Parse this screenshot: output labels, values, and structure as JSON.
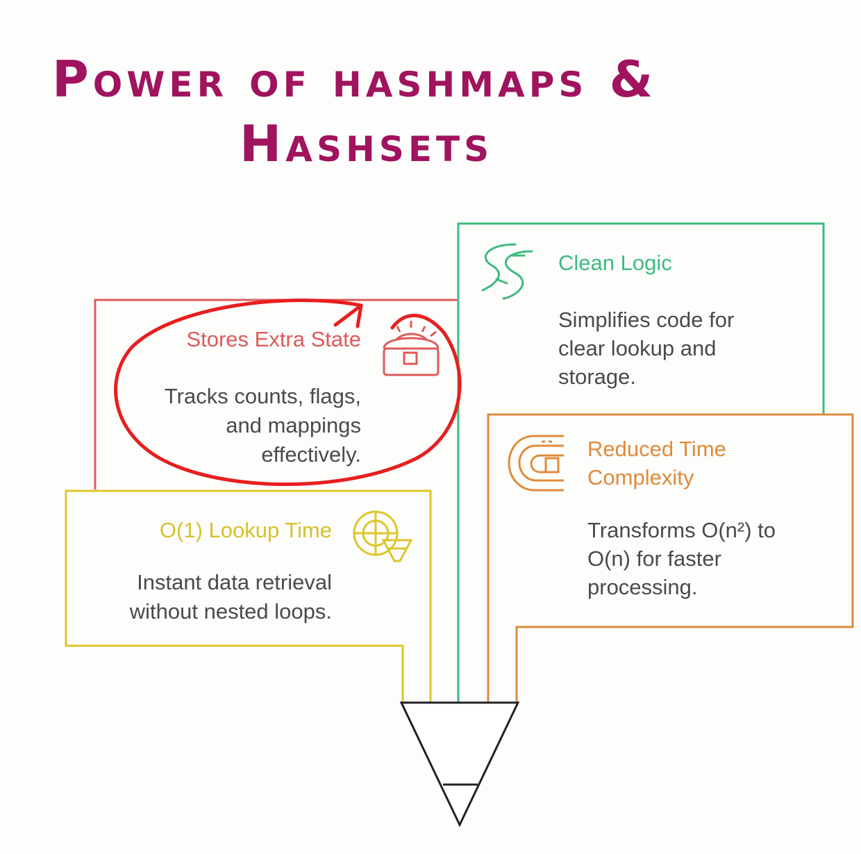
{
  "title": {
    "line1": "Power of hashmaps &",
    "line2": "Hashsets"
  },
  "colors": {
    "title": "#a0135e",
    "stores_extra_state": "#de5a5a",
    "clean_logic": "#3dbb7e",
    "reduced_time_complexity": "#e08a3a",
    "lookup_time": "#dcc62a",
    "funnel": "#222222",
    "annotation": "#e81e1e"
  },
  "cards": {
    "stores_extra_state": {
      "title": "Stores Extra State",
      "body": [
        "Tracks counts, flags,",
        "and mappings",
        "effectively."
      ],
      "icon": "treasure-chest-icon"
    },
    "clean_logic": {
      "title": "Clean Logic",
      "body": [
        "Simplifies code for",
        "clear lookup and",
        "storage."
      ],
      "icon": "winding-road-icon"
    },
    "reduced_time_complexity": {
      "title_line1": "Reduced Time",
      "title_line2": "Complexity",
      "body": [
        "Transforms O(n²) to",
        "O(n) for faster",
        "processing."
      ],
      "icon": "race-track-icon"
    },
    "lookup_time": {
      "title": "O(1) Lookup Time",
      "body": [
        "Instant data retrieval",
        "without nested loops."
      ],
      "icon": "radar-funnel-icon"
    }
  }
}
